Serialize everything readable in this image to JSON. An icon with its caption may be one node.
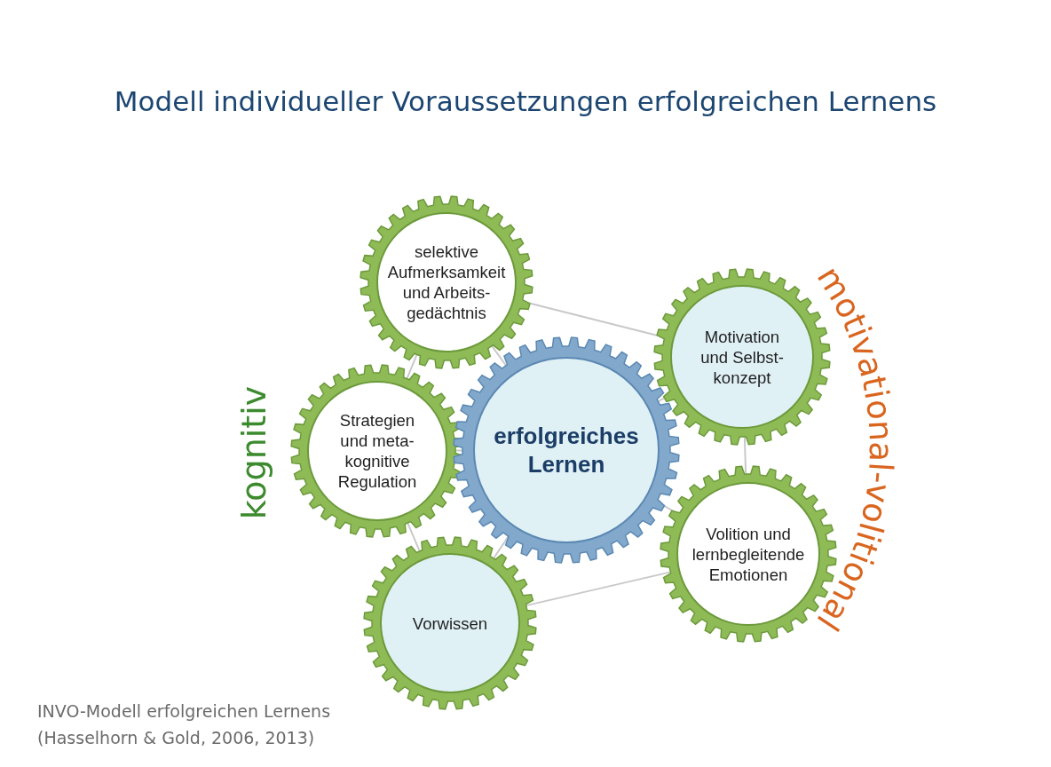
{
  "diagram": {
    "title": "Modell individueller Voraussetzungen erfolgreichen Lernens",
    "caption": "INVO-Modell erfolgreichen Lernens (Hasselhorn & Gold, 2006, 2013)",
    "nodes": [
      {
        "text": [
          "selektive Aufmerksamkeit und Arbeits-gedächtnis"
        ]
      },
      {
        "text": [
          "Motivation und Selbst-konzept"
        ]
      },
      {
        "text": [
          "Strategien und meta-kognitive Regulation"
        ]
      },
      {
        "text": [
          "erfolgreiches Lernen"
        ]
      },
      {
        "text": [
          "Volition und lernbegleitende Emotionen"
        ]
      },
      {
        "text": [
          "Vorwissen"
        ]
      }
    ],
    "edges": [
      {
        "from": 0,
        "to": 3,
        "arrow": "none"
      },
      {
        "from": 1,
        "to": 3,
        "arrow": "none"
      },
      {
        "from": 2,
        "to": 3,
        "arrow": "none"
      },
      {
        "from": 4,
        "to": 3,
        "arrow": "none"
      },
      {
        "from": 5,
        "to": 3,
        "arrow": "none"
      },
      {
        "from": 0,
        "to": 1,
        "arrow": "none"
      },
      {
        "from": 1,
        "to": 4,
        "arrow": "none"
      },
      {
        "from": 4,
        "to": 5,
        "arrow": "none"
      },
      {
        "from": 5,
        "to": 2,
        "arrow": "none"
      },
      {
        "from": 2,
        "to": 0,
        "arrow": "none"
      }
    ],
    "labels": [
      "motivational-volitional",
      "kognitiv"
    ]
  }
}
